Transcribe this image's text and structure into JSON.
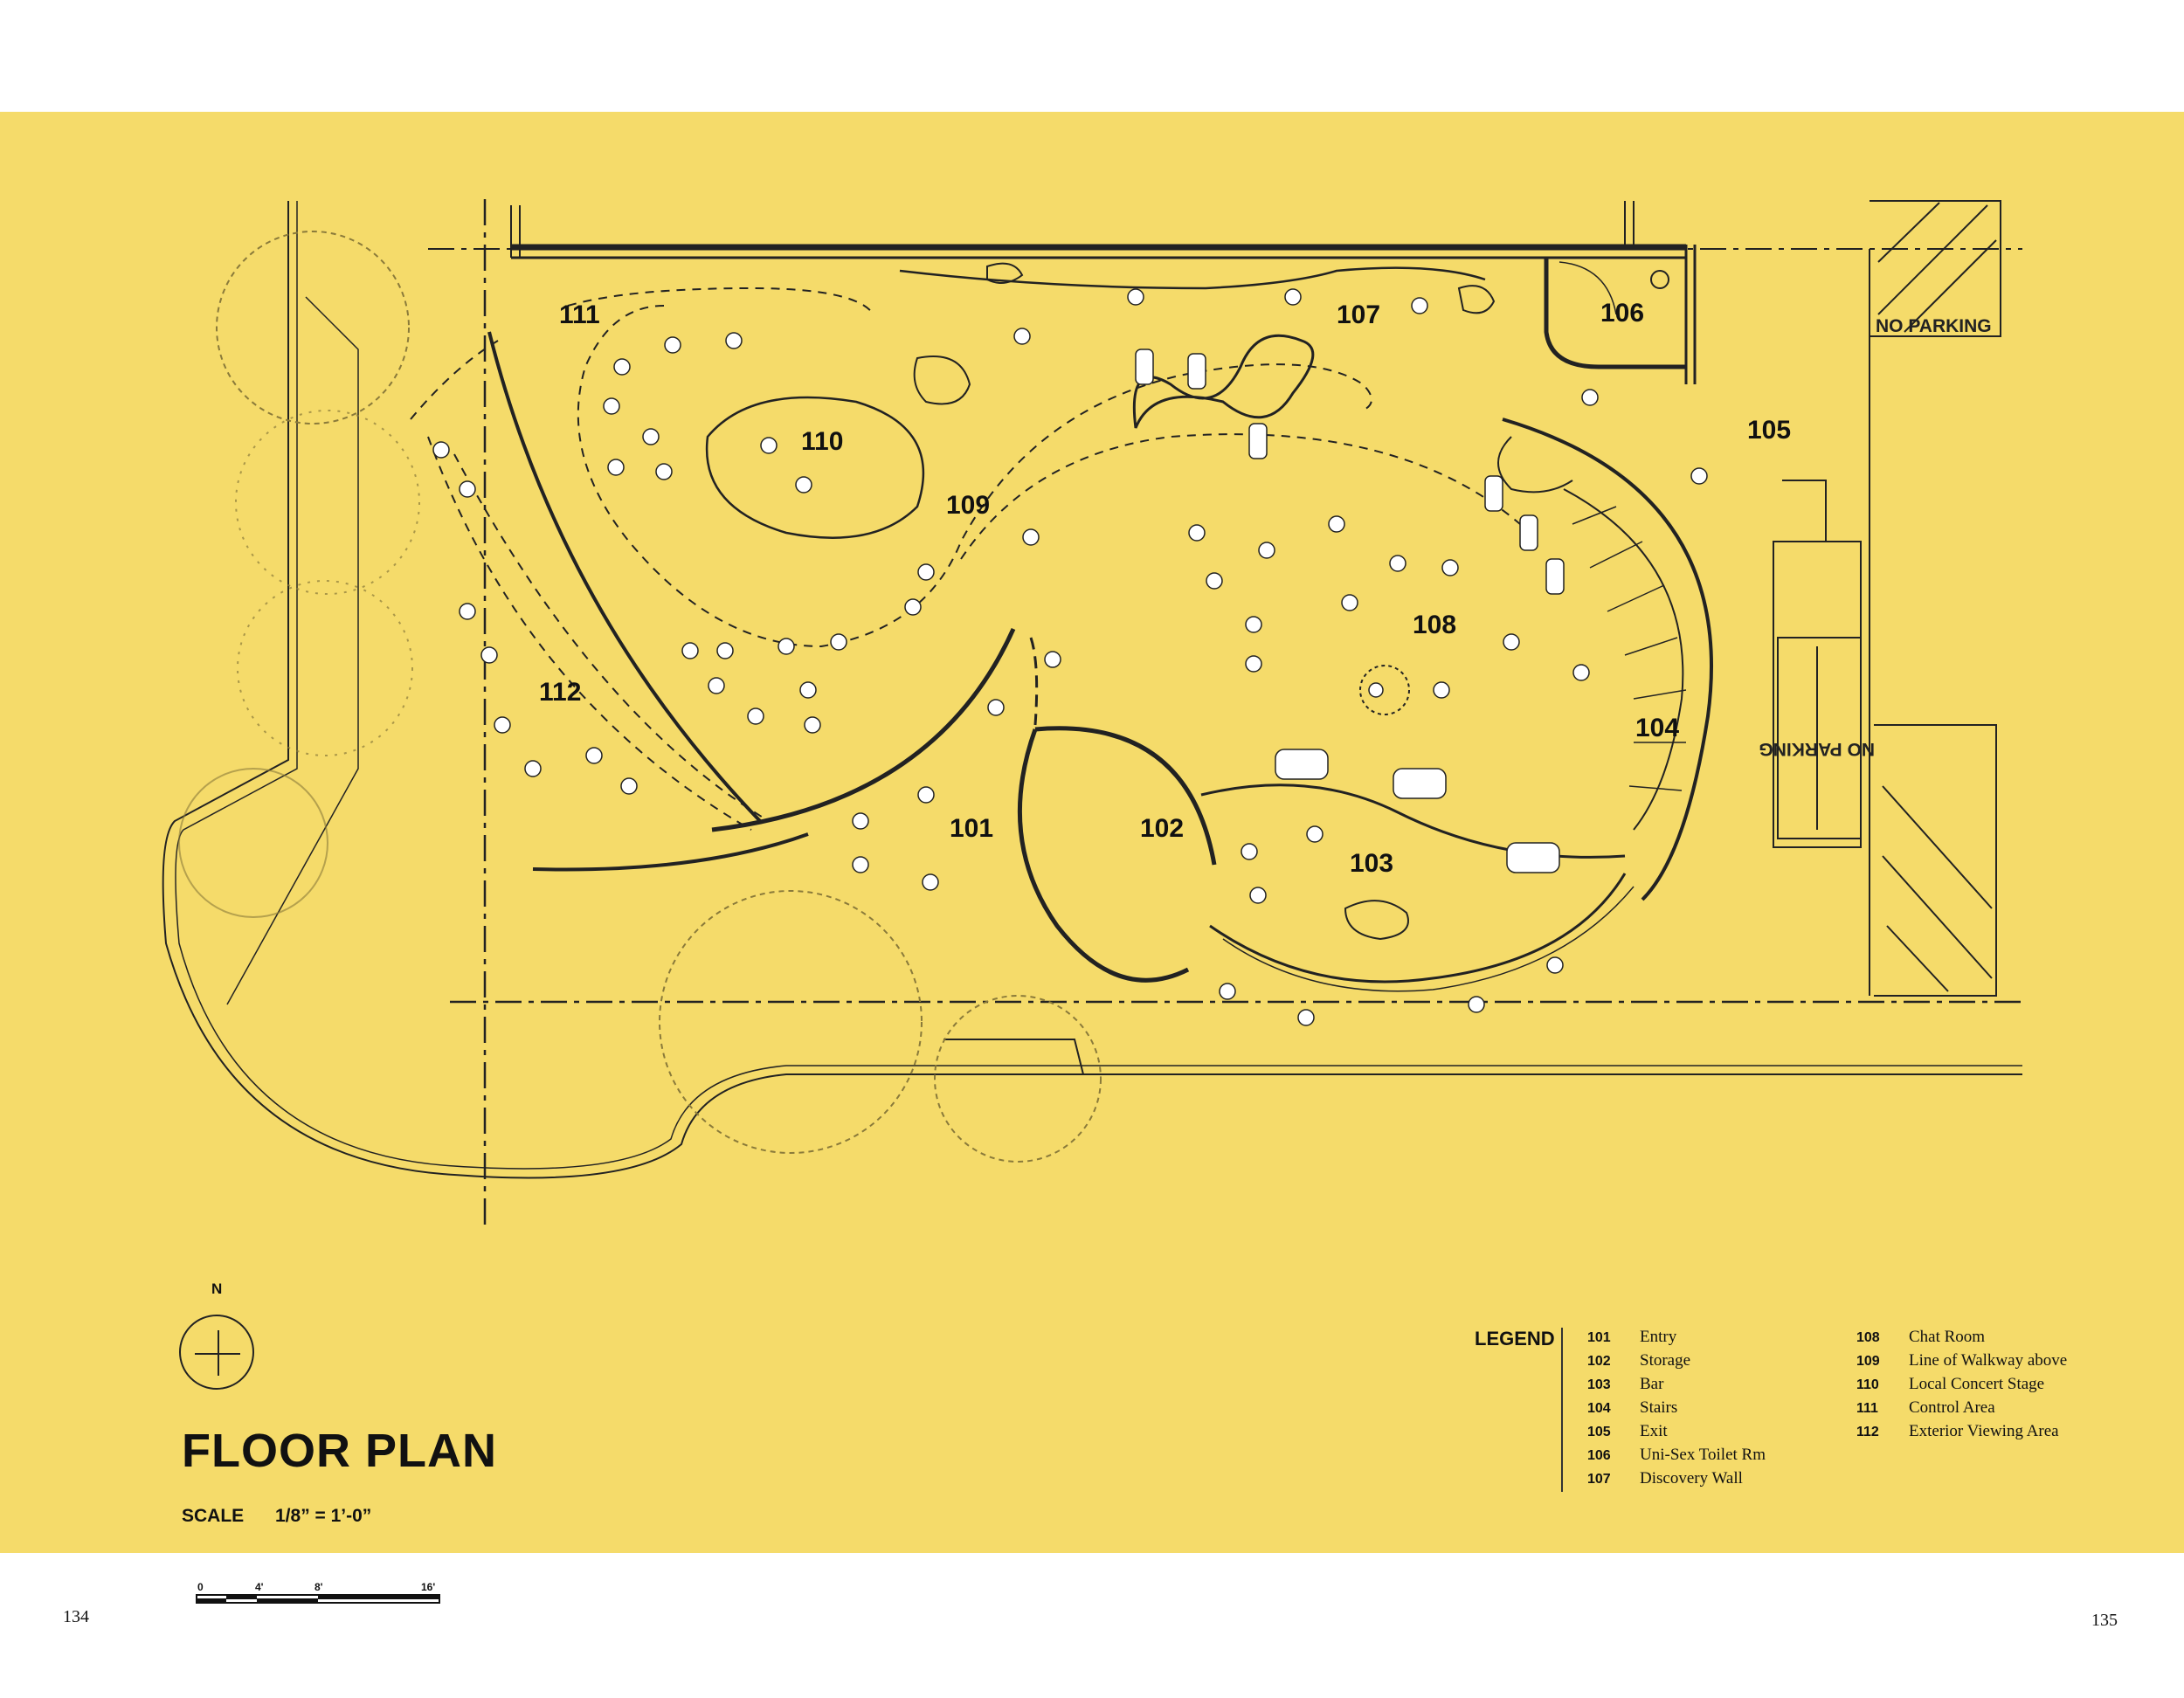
{
  "plan": {
    "title": "FLOOR PLAN",
    "scale_label": "SCALE",
    "scale_value": "1/8” = 1’-0”",
    "north": "N",
    "scale_ticks": [
      "0",
      "4'",
      "8'",
      "16'"
    ],
    "no_parking": "NO PARKING",
    "rooms": [
      "101",
      "102",
      "103",
      "104",
      "105",
      "106",
      "107",
      "108",
      "109",
      "110",
      "111",
      "112"
    ]
  },
  "legend": {
    "title": "LEGEND",
    "col1": [
      {
        "num": "101",
        "name": "Entry"
      },
      {
        "num": "102",
        "name": "Storage"
      },
      {
        "num": "103",
        "name": "Bar"
      },
      {
        "num": "104",
        "name": "Stairs"
      },
      {
        "num": "105",
        "name": "Exit"
      },
      {
        "num": "106",
        "name": "Uni-Sex Toilet Rm"
      },
      {
        "num": "107",
        "name": "Discovery Wall"
      }
    ],
    "col2": [
      {
        "num": "108",
        "name": "Chat Room"
      },
      {
        "num": "109",
        "name": "Line of Walkway above"
      },
      {
        "num": "110",
        "name": "Local Concert Stage"
      },
      {
        "num": "111",
        "name": "Control Area"
      },
      {
        "num": "112",
        "name": "Exterior Viewing Area"
      }
    ]
  },
  "pages": {
    "left": "134",
    "right": "135"
  },
  "colors": {
    "background": "#f5db6a",
    "ink": "#111111"
  }
}
